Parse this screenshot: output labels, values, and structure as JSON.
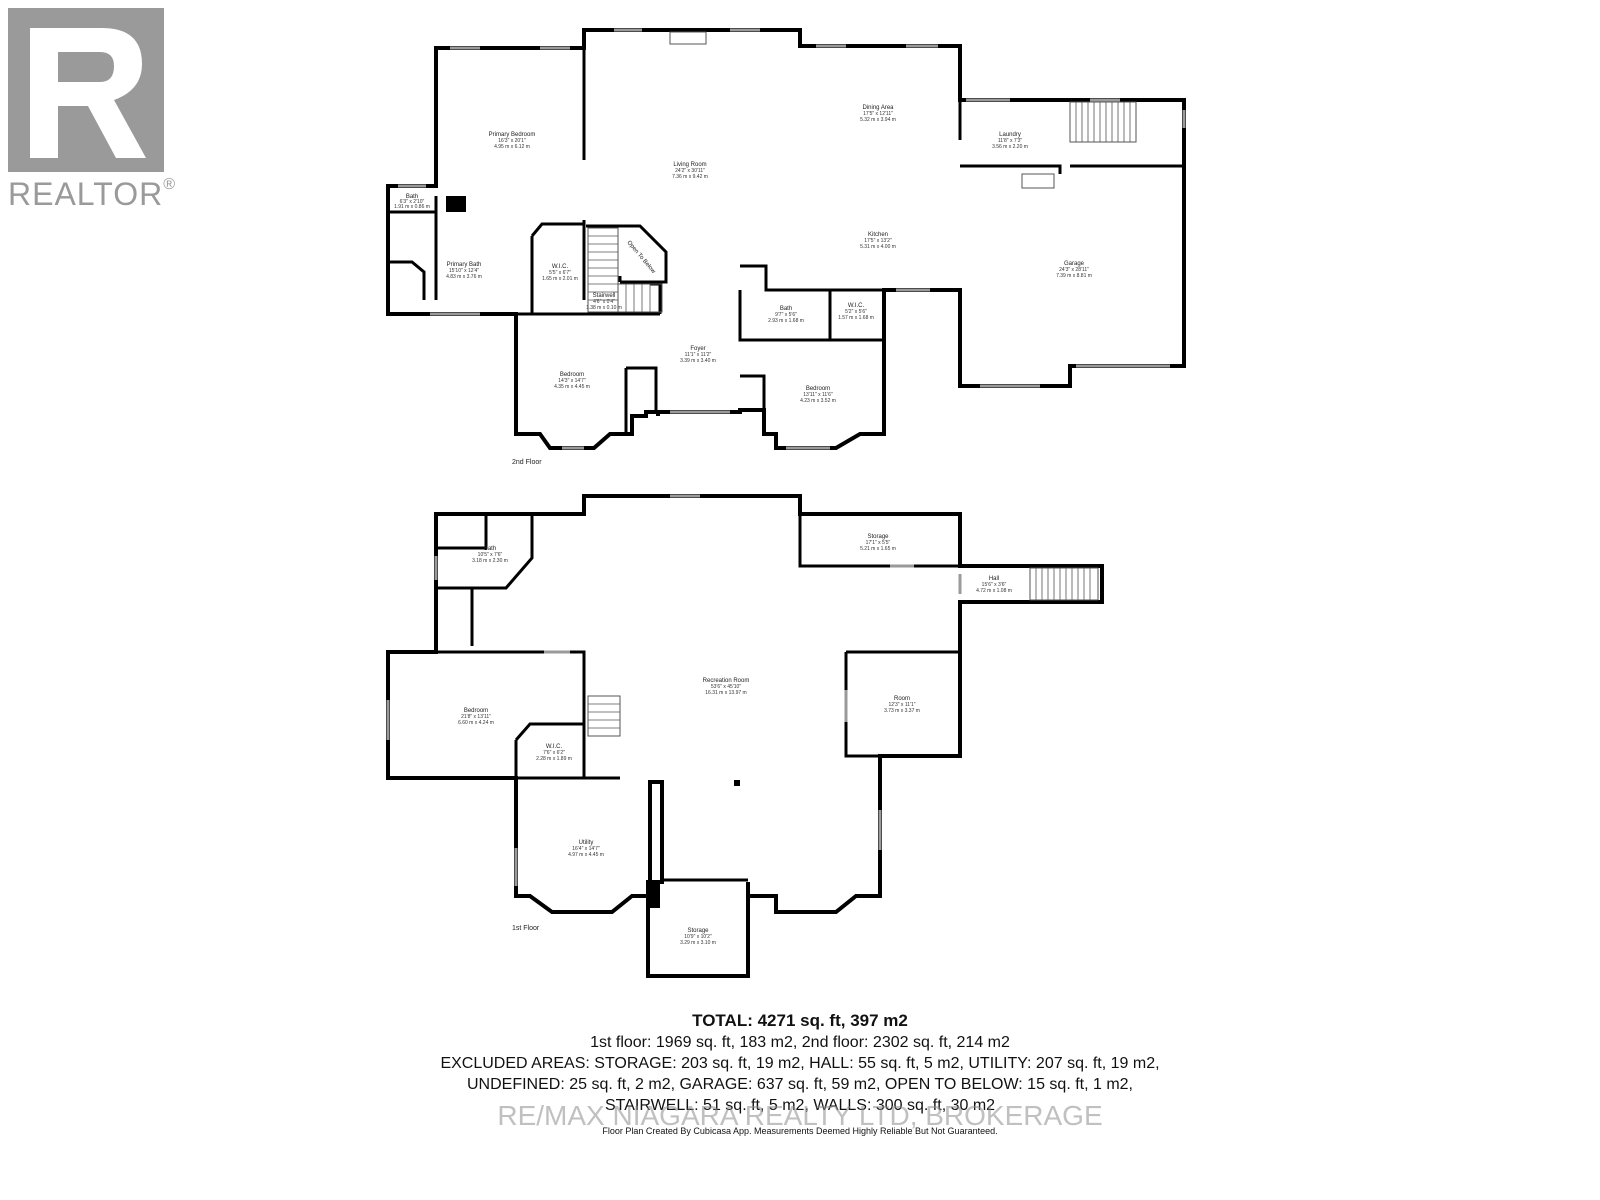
{
  "logo": {
    "text": "REALTOR",
    "mark": "®"
  },
  "colors": {
    "wall": "#000000",
    "window": "#9a9a9a",
    "logo_gray": "#9a9a9a"
  },
  "floor2": {
    "title": "2nd Floor",
    "rooms": {
      "primary_bedroom": {
        "name": "Primary Bedroom",
        "imperial": "16'3\" x 20'1\"",
        "metric": "4.95 m x 6.12 m"
      },
      "living_room": {
        "name": "Living Room",
        "imperial": "24'2\" x 30'11\"",
        "metric": "7.36 m x 9.42 m"
      },
      "dining_area": {
        "name": "Dining Area",
        "imperial": "17'5\" x 12'11\"",
        "metric": "5.32 m x 3.94 m"
      },
      "laundry": {
        "name": "Laundry",
        "imperial": "11'8\" x 7'3\"",
        "metric": "3.56 m x 2.20 m"
      },
      "bath_small": {
        "name": "Bath",
        "imperial": "6'3\" x 2'10\"",
        "metric": "1.91 m x 0.86 m"
      },
      "primary_bath": {
        "name": "Primary Bath",
        "imperial": "15'10\" x 12'4\"",
        "metric": "4.83 m x 3.76 m"
      },
      "wic_1": {
        "name": "W.I.C.",
        "imperial": "5'5\" x 6'7\"",
        "metric": "1.65 m x 2.01 m"
      },
      "open_to_below": {
        "name": "Open To Below"
      },
      "stairwell": {
        "name": "Stairwell",
        "imperial": "4'6\" x 0'4\"",
        "metric": "1.38 m x 0.10 m"
      },
      "kitchen": {
        "name": "Kitchen",
        "imperial": "17'5\" x 13'2\"",
        "metric": "5.31 m x 4.00 m"
      },
      "garage": {
        "name": "Garage",
        "imperial": "24'3\" x 28'11\"",
        "metric": "7.39 m x 8.81 m"
      },
      "bath_2": {
        "name": "Bath",
        "imperial": "9'7\" x 5'6\"",
        "metric": "2.93 m x 1.68 m"
      },
      "wic_2": {
        "name": "W.I.C.",
        "imperial": "5'2\" x 5'6\"",
        "metric": "1.57 m x 1.68 m"
      },
      "foyer": {
        "name": "Foyer",
        "imperial": "11'1\" x 11'2\"",
        "metric": "3.39 m x 3.40 m"
      },
      "bedroom_left": {
        "name": "Bedroom",
        "imperial": "14'3\" x 14'7\"",
        "metric": "4.35 m x 4.45 m"
      },
      "bedroom_right": {
        "name": "Bedroom",
        "imperial": "13'11\" x 11'6\"",
        "metric": "4.23 m x 3.52 m"
      }
    }
  },
  "floor1": {
    "title": "1st Floor",
    "rooms": {
      "bath": {
        "name": "Bath",
        "imperial": "10'5\" x 7'6\"",
        "metric": "3.18 m x 2.30 m"
      },
      "storage_top": {
        "name": "Storage",
        "imperial": "17'1\" x 5'5\"",
        "metric": "5.21 m x 1.65 m"
      },
      "hall": {
        "name": "Hall",
        "imperial": "15'6\" x 3'6\"",
        "metric": "4.72 m x 1.08 m"
      },
      "recreation_room": {
        "name": "Recreation Room",
        "imperial": "53'6\" x 45'10\"",
        "metric": "16.31 m x 13.97 m"
      },
      "room": {
        "name": "Room",
        "imperial": "12'3\" x 11'1\"",
        "metric": "3.73 m x 3.37 m"
      },
      "bedroom": {
        "name": "Bedroom",
        "imperial": "21'8\" x 13'11\"",
        "metric": "6.60 m x 4.24 m"
      },
      "wic": {
        "name": "W.I.C.",
        "imperial": "7'6\" x 6'2\"",
        "metric": "2.28 m x 1.89 m"
      },
      "utility": {
        "name": "Utility",
        "imperial": "16'4\" x 14'7\"",
        "metric": "4.97 m x 4.45 m"
      },
      "storage_bottom": {
        "name": "Storage",
        "imperial": "10'9\" x 10'2\"",
        "metric": "3.29 m x 3.10 m"
      }
    }
  },
  "summary": {
    "total": "TOTAL: 4271 sq. ft, 397 m2",
    "lines": [
      "1st floor: 1969 sq. ft, 183 m2, 2nd floor: 2302 sq. ft, 214 m2",
      "EXCLUDED AREAS: STORAGE: 203 sq. ft, 19 m2, HALL: 55 sq. ft, 5 m2, UTILITY: 207 sq. ft, 19 m2,",
      "UNDEFINED: 25 sq. ft, 2 m2, GARAGE: 637 sq. ft, 59 m2, OPEN TO BELOW: 15 sq. ft, 1 m2,",
      "STAIRWELL: 51 sq. ft, 5 m2, WALLS: 300 sq. ft, 30 m2"
    ],
    "footnote": "Floor Plan Created By Cubicasa App. Measurements Deemed Highly Reliable But Not Guaranteed."
  },
  "watermark": "RE/MAX NIAGARA REALTY LTD, BROKERAGE"
}
